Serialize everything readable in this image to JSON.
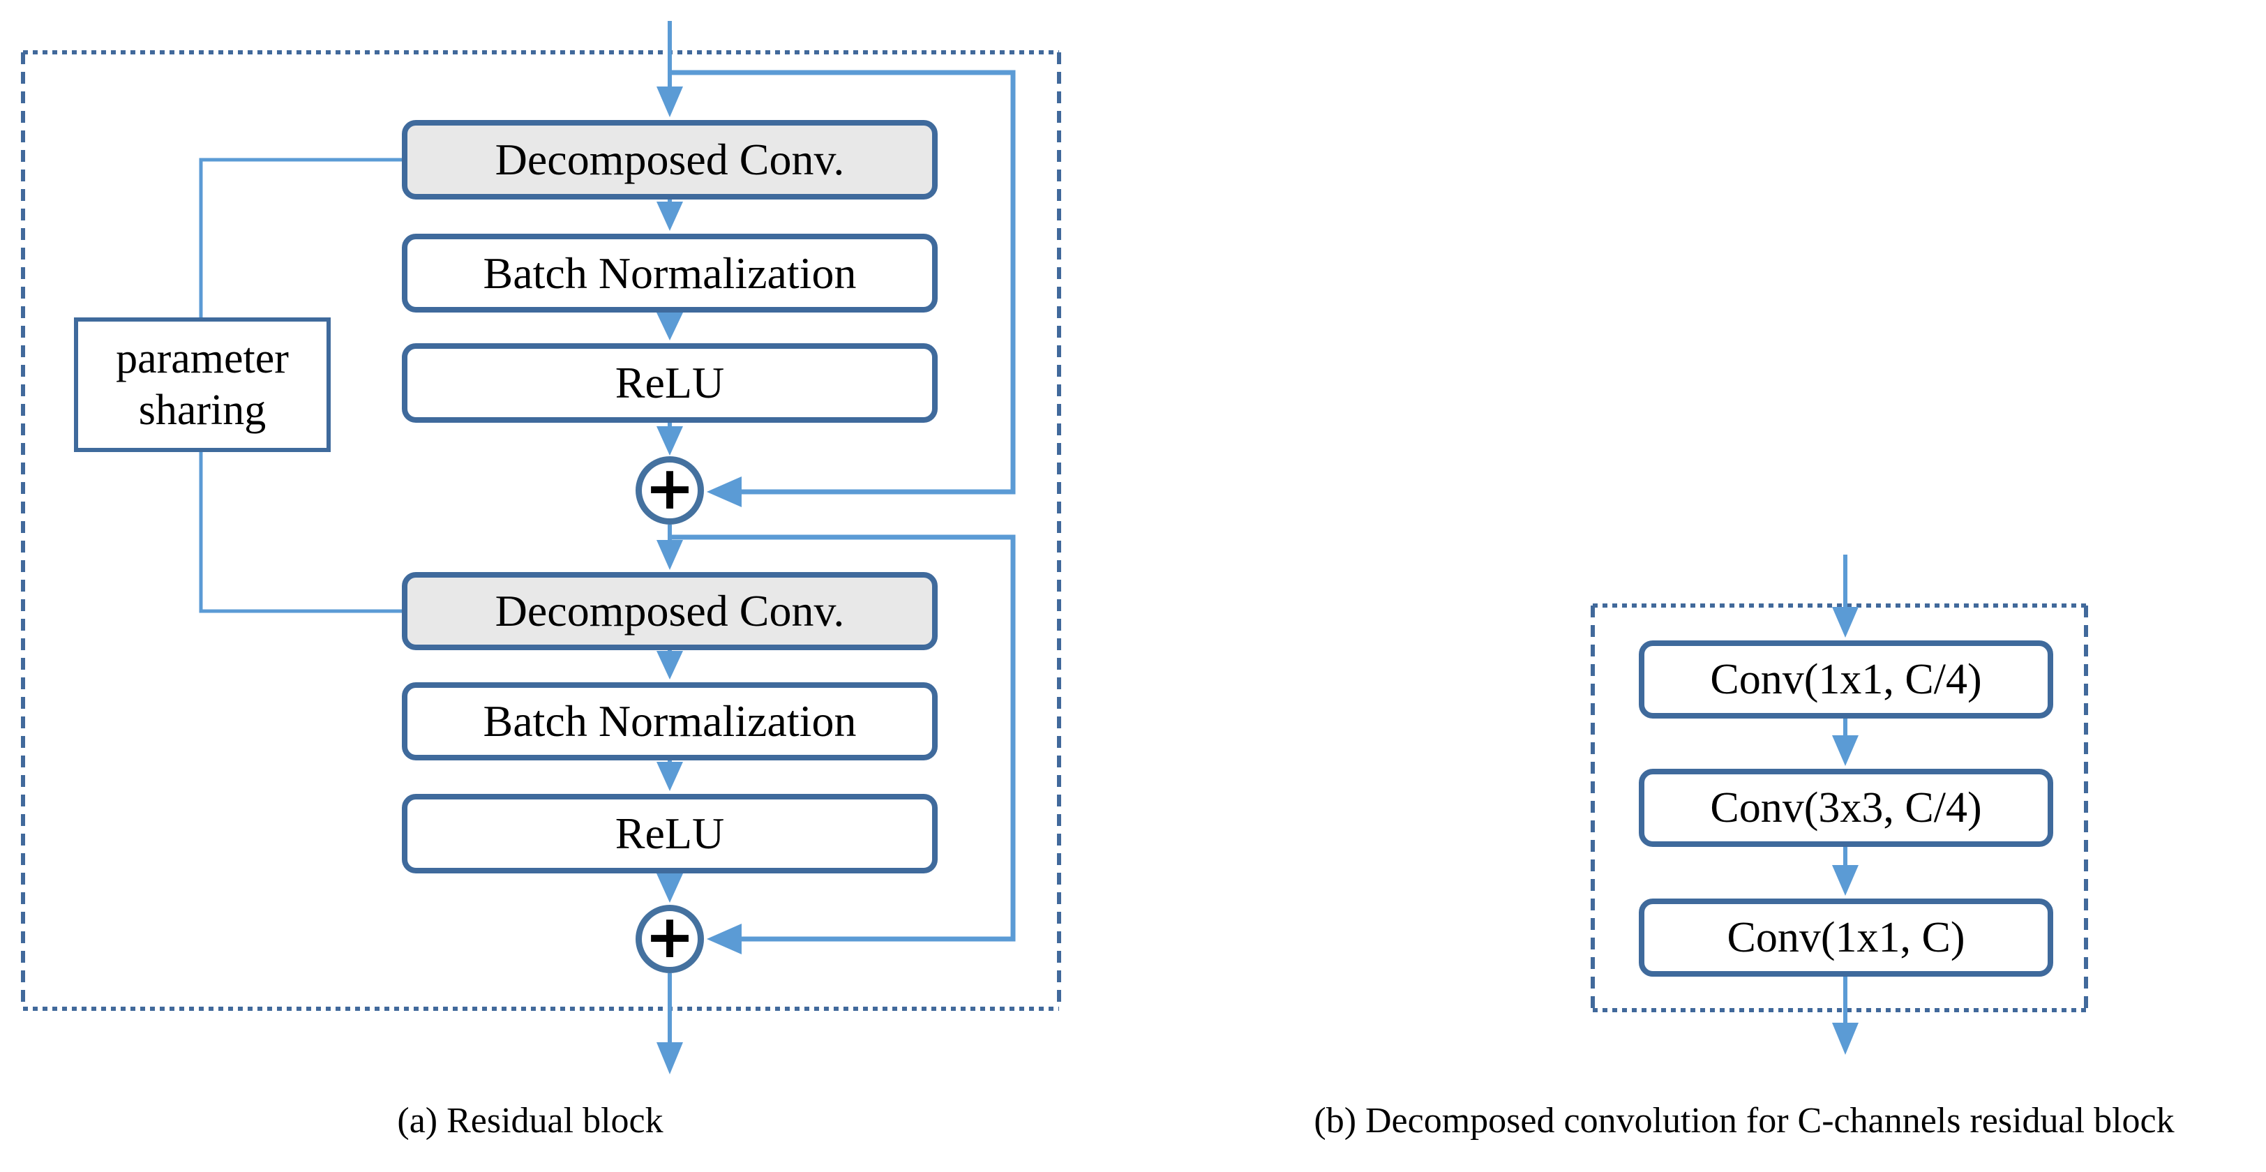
{
  "figure": {
    "panel_a": {
      "caption": "(a) Residual block",
      "blocks": [
        {
          "label": "Decomposed Conv.",
          "shaded": true
        },
        {
          "label": "Batch Normalization",
          "shaded": false
        },
        {
          "label": "ReLU",
          "shaded": false
        },
        {
          "label": "Decomposed Conv.",
          "shaded": true
        },
        {
          "label": "Batch Normalization",
          "shaded": false
        },
        {
          "label": "ReLU",
          "shaded": false
        }
      ],
      "annotation": {
        "label": "parameter sharing"
      },
      "plus_symbol": "+"
    },
    "panel_b": {
      "caption": "(b) Decomposed convolution for C-channels residual block",
      "blocks": [
        {
          "label": "Conv(1x1, C/4)"
        },
        {
          "label": "Conv(3x3, C/4)"
        },
        {
          "label": "Conv(1x1, C)"
        }
      ]
    },
    "colors": {
      "box_border": "#3f6a9c",
      "plus_circle_border": "#44719f",
      "connector": "#5b9bd5",
      "dashed_frame": "#41699b",
      "shaded_fill": "#e8e8e8",
      "text": "#000000"
    }
  }
}
